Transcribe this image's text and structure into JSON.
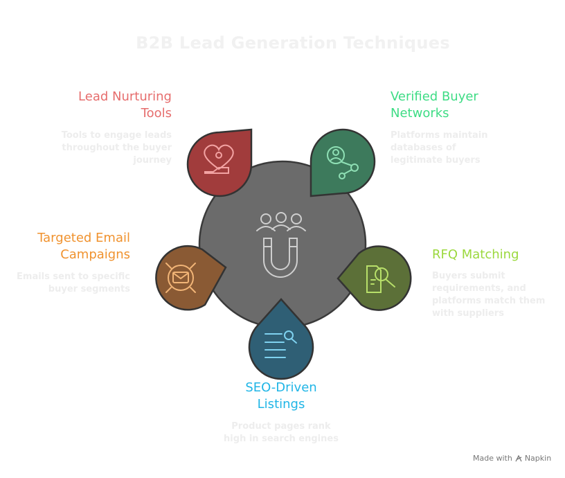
{
  "title": "B2B Lead Generation Techniques",
  "center_icon": "people-magnet-icon",
  "items": [
    {
      "label": "Lead Nurturing\nTools",
      "description": "Tools to engage leads\nthroughout the buyer\njourney",
      "color": "#e66d6d",
      "fill": "#a13c3c",
      "icon": "heart-hand-icon"
    },
    {
      "label": "Verified Buyer\nNetworks",
      "description": "Platforms maintain\ndatabases of\nlegitimate buyers",
      "color": "#3ddc84",
      "fill": "#3d7a5c",
      "icon": "verified-user-network-icon"
    },
    {
      "label": "RFQ Matching",
      "description": "Buyers submit\nrequirements, and\nplatforms match them\nwith suppliers",
      "color": "#9bd83d",
      "fill": "#5c7038",
      "icon": "document-search-icon"
    },
    {
      "label": "SEO-Driven\nListings",
      "description": "Product pages rank\nhigh in search engines",
      "color": "#1fb5e6",
      "fill": "#2f5f75",
      "icon": "search-list-icon"
    },
    {
      "label": "Targeted Email\nCampaigns",
      "description": "Emails sent to specific\nbuyer segments",
      "color": "#f0922e",
      "fill": "#8a5a34",
      "icon": "email-target-icon"
    }
  ],
  "footer": {
    "text": "Made with",
    "brand": "Napkin",
    "icon": "napkin-logo-icon"
  }
}
